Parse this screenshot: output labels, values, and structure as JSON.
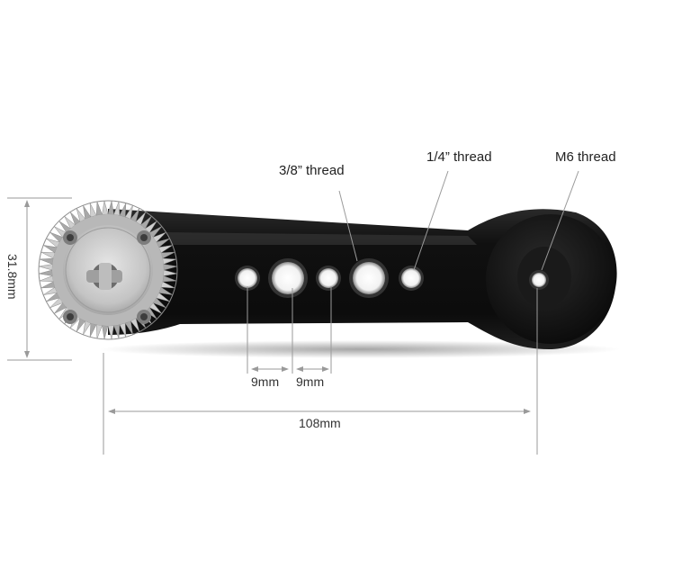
{
  "labels": {
    "thread_38": "3/8” thread",
    "thread_14": "1/4” thread",
    "thread_m6": "M6 thread"
  },
  "dimensions": {
    "height": "31.8mm",
    "spacing_1": "9mm",
    "spacing_2": "9mm",
    "length": "108mm"
  },
  "colors": {
    "arm": "#141414",
    "arm_highlight": "#3a3a3a",
    "rosette": "#c9c9c9",
    "rosette_dark": "#8e8e8e",
    "dimension_line": "#9a9a9a",
    "text": "#222222"
  },
  "icons": {
    "rosette": "rosette-mount-icon",
    "screw": "hex-screw-icon"
  }
}
